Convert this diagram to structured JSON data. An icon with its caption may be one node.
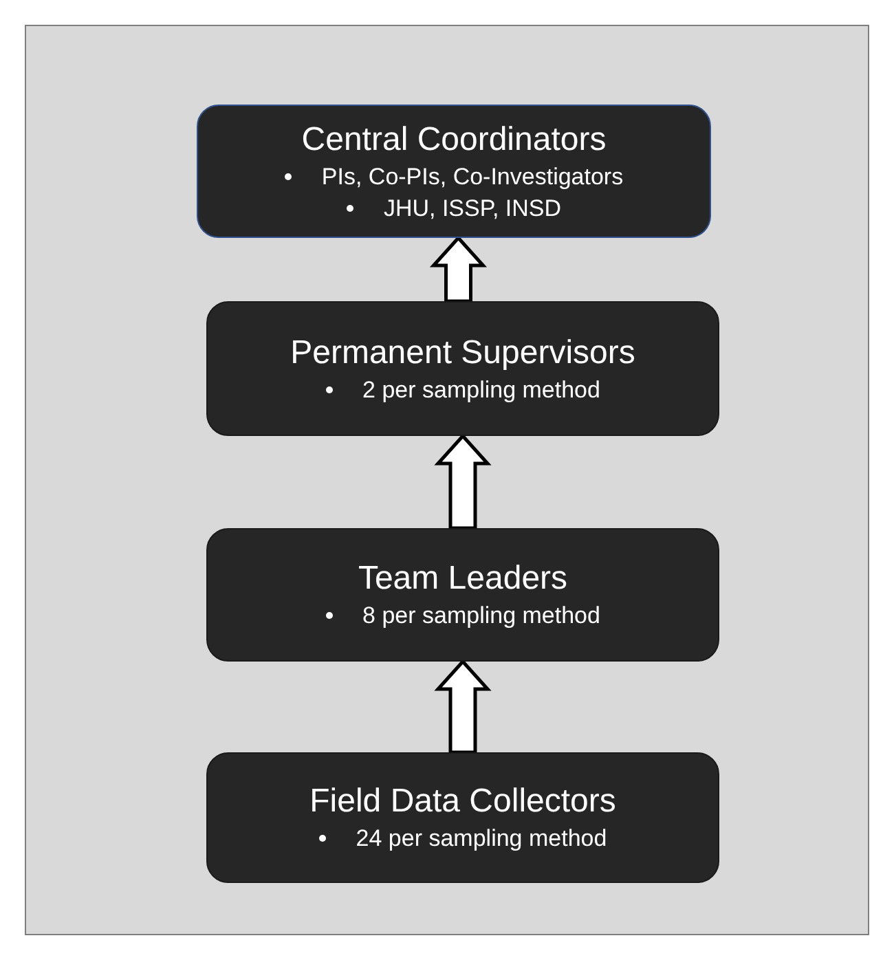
{
  "diagram": {
    "nodes": [
      {
        "text": [
          "Central Coordinators",
          "PIs, Co-PIs, Co-Investigators",
          "JHU, ISSP, INSD"
        ]
      },
      {
        "text": [
          "Permanent Supervisors",
          "2 per sampling method"
        ]
      },
      {
        "text": [
          "Team Leaders",
          "8 per sampling method"
        ]
      },
      {
        "text": [
          "Field Data Collectors",
          "24 per sampling method"
        ]
      }
    ],
    "edges": [
      {
        "from": 1,
        "to": 0,
        "arrow": "to"
      },
      {
        "from": 2,
        "to": 1,
        "arrow": "to"
      },
      {
        "from": 3,
        "to": 2,
        "arrow": "to"
      }
    ]
  }
}
